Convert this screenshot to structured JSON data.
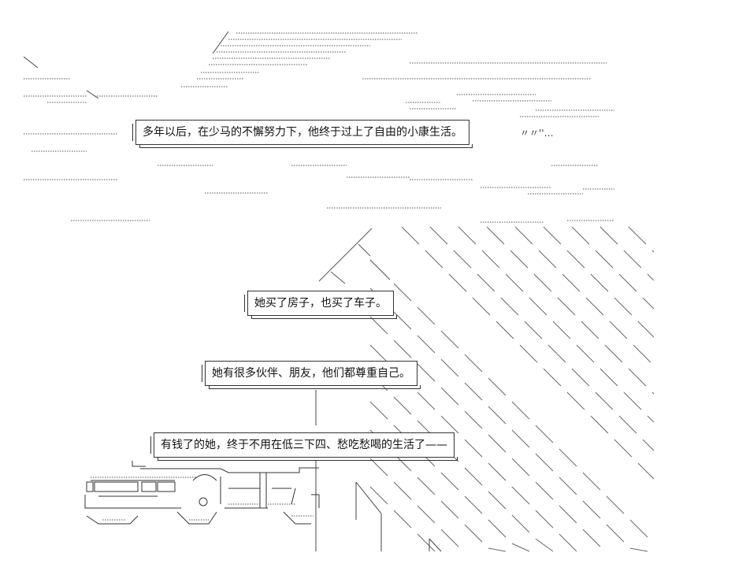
{
  "captions": [
    {
      "id": "caption-1",
      "text": "多年以后，在少马的不懈努力下，他终于过上了自由的小康生活。"
    },
    {
      "id": "caption-2",
      "text": "她买了房子，也买了车子。"
    },
    {
      "id": "caption-3",
      "text": "她有很多伙伴、朋友，他们都尊重自己。"
    },
    {
      "id": "caption-4",
      "text": "有钱了的她，终于不用在低三下四、愁吃愁喝的生活了——"
    }
  ],
  "tail_text": "〃〃''…"
}
